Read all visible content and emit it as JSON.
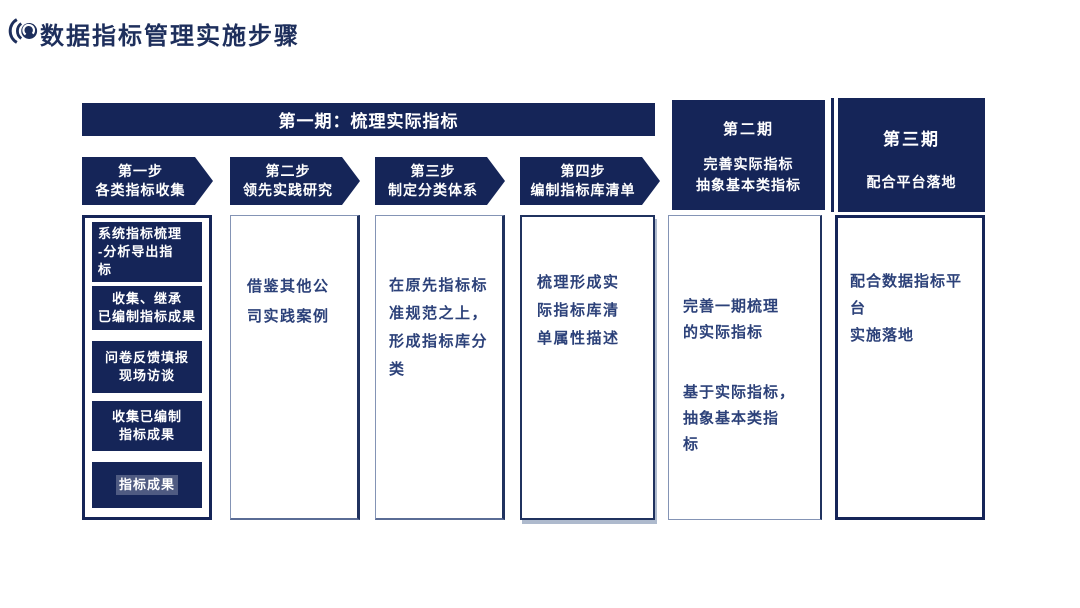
{
  "slide": {
    "title": "数据指标管理实施步骤"
  },
  "phase1": {
    "banner": "第一期：梳理实际指标",
    "steps": [
      {
        "step": "第一步",
        "name": "各类指标收集"
      },
      {
        "step": "第二步",
        "name": "领先实践研究",
        "body": "借鉴其他公\n司实践案例"
      },
      {
        "step": "第三步",
        "name": "制定分类体系",
        "body": "在原先指标标\n准规范之上，\n形成指标库分\n类"
      },
      {
        "step": "第四步",
        "name": "编制指标库清单",
        "body": "梳理形成实\n际指标库清\n单属性描述"
      }
    ],
    "collect_tasks": [
      "系统指标梳理\n-分析导出指\n标",
      "收集、继承\n已编制指标成果",
      "问卷反馈填报\n现场访谈",
      "收集已编制\n指标成果",
      "指标成果"
    ]
  },
  "phase2": {
    "title": "第二期",
    "subtitle": "完善实际指标\n抽象基本类指标",
    "body_p1": "完善一期梳理\n的实际指标",
    "body_p2": "基于实际指标，\n抽象基本类指\n标"
  },
  "phase3": {
    "title": "第三期",
    "subtitle": "配合平台落地",
    "body": "配合数据指标平台\n实施落地"
  },
  "colors": {
    "navy": "#152558",
    "body_text": "#2c4179"
  }
}
